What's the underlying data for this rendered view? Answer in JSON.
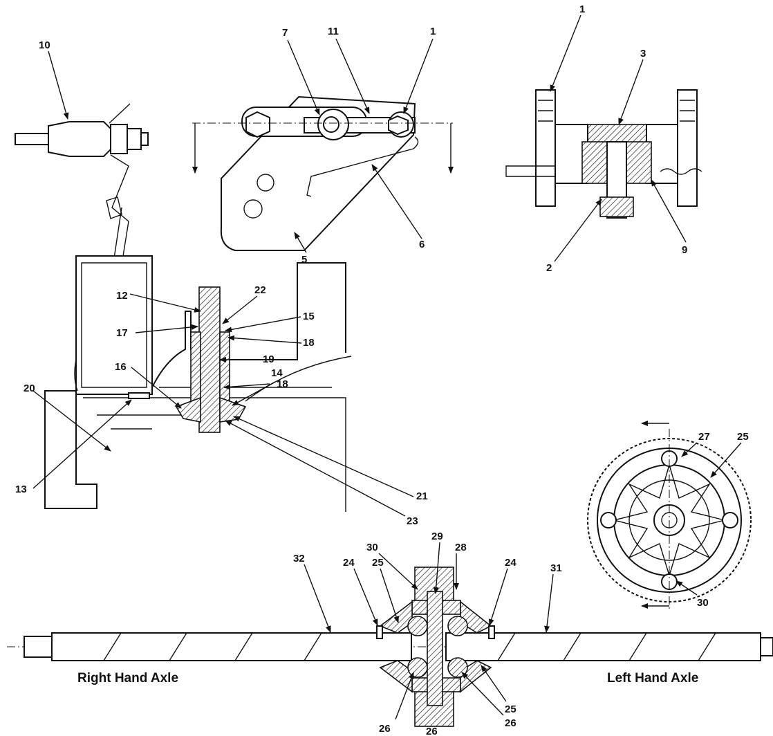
{
  "callouts": [
    {
      "id": "c10",
      "text": "10"
    },
    {
      "id": "c7",
      "text": "7"
    },
    {
      "id": "c11",
      "text": "11"
    },
    {
      "id": "c1a",
      "text": "1"
    },
    {
      "id": "c5",
      "text": "5"
    },
    {
      "id": "c6",
      "text": "6"
    },
    {
      "id": "c1b",
      "text": "1"
    },
    {
      "id": "c3",
      "text": "3"
    },
    {
      "id": "c2",
      "text": "2"
    },
    {
      "id": "c9",
      "text": "9"
    },
    {
      "id": "c12",
      "text": "12"
    },
    {
      "id": "c22",
      "text": "22"
    },
    {
      "id": "c15",
      "text": "15"
    },
    {
      "id": "c17",
      "text": "17"
    },
    {
      "id": "c18a",
      "text": "18"
    },
    {
      "id": "c19",
      "text": "19"
    },
    {
      "id": "c16",
      "text": "16"
    },
    {
      "id": "c14",
      "text": "14"
    },
    {
      "id": "c18b",
      "text": "18"
    },
    {
      "id": "c20",
      "text": "20"
    },
    {
      "id": "c13",
      "text": "13"
    },
    {
      "id": "c21",
      "text": "21"
    },
    {
      "id": "c23",
      "text": "23"
    },
    {
      "id": "c27",
      "text": "27"
    },
    {
      "id": "c25a",
      "text": "25"
    },
    {
      "id": "c30a",
      "text": "30"
    },
    {
      "id": "c29",
      "text": "29"
    },
    {
      "id": "c28",
      "text": "28"
    },
    {
      "id": "c30b",
      "text": "30"
    },
    {
      "id": "c32",
      "text": "32"
    },
    {
      "id": "c31",
      "text": "31"
    },
    {
      "id": "c24a",
      "text": "24"
    },
    {
      "id": "c25b",
      "text": "25"
    },
    {
      "id": "c24b",
      "text": "24"
    },
    {
      "id": "c25c",
      "text": "25"
    },
    {
      "id": "c26a",
      "text": "26"
    },
    {
      "id": "c26b",
      "text": "26"
    },
    {
      "id": "c26c",
      "text": "26"
    }
  ],
  "labels": {
    "right_axle": "Right Hand Axle",
    "left_axle": "Left Hand Axle"
  }
}
